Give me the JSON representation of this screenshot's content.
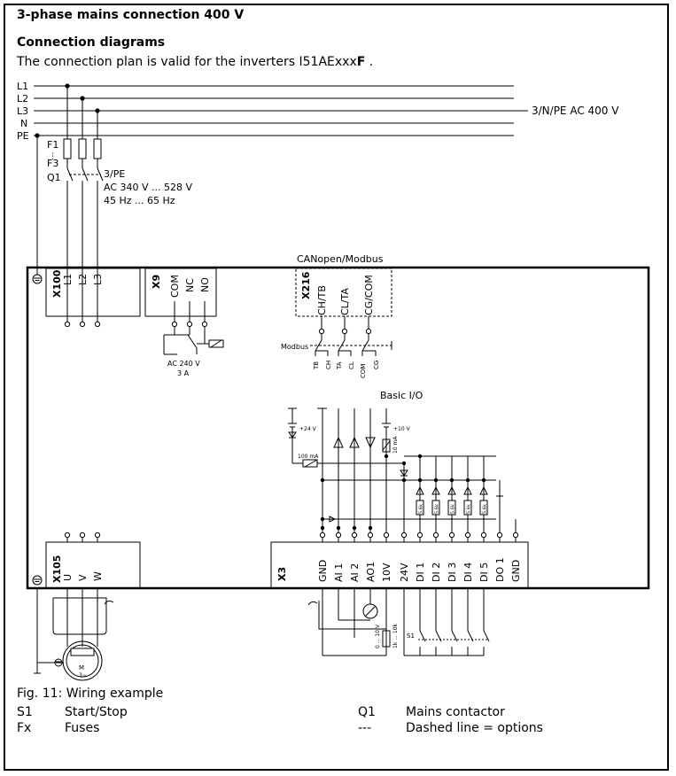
{
  "title": "3-phase mains connection 400 V",
  "subtitle": "Connection diagrams",
  "intro": {
    "prefix": "The connection plan is valid for the inverters I51AExxx",
    "suffix_bold": "F",
    "end": " ."
  },
  "mains": {
    "lines": [
      "L1",
      "L2",
      "L3",
      "N",
      "PE"
    ],
    "supply_label": "3/N/PE AC 400 V"
  },
  "fuses": {
    "f1": "F1",
    "dots": "⋮",
    "f3": "F3",
    "q1": "Q1"
  },
  "inverter_supply": [
    "3/PE",
    "AC 340 V ... 528 V",
    "45 Hz ... 65 Hz"
  ],
  "x100": {
    "name": "X100",
    "terminals": [
      "L1",
      "L2",
      "L3"
    ]
  },
  "x9": {
    "name": "X9",
    "terminals": [
      "COM",
      "NC",
      "NO"
    ],
    "rating": [
      "AC 240 V",
      "3 A"
    ]
  },
  "x216": {
    "bus": "CANopen/Modbus",
    "name": "X216",
    "terminals": [
      "CH/TB",
      "CL/TA",
      "CG/COM"
    ],
    "modbus_label": "Modbus",
    "modbus_pins": [
      "TB",
      "CH",
      "TA",
      "CL",
      "COM",
      "CG"
    ]
  },
  "basic_io": {
    "label": "Basic I/O",
    "supply_24": "+24 V",
    "supply_10": "+10 V",
    "ma_100": "100 mA",
    "ma_10": "10 mA",
    "resistor": "5.6k",
    "pot": [
      "0 ... 10 V",
      "1k ... 10k"
    ],
    "switch": "S1"
  },
  "x105": {
    "name": "X105",
    "terminals": [
      "U",
      "V",
      "W"
    ],
    "motor": [
      "M",
      "3~"
    ]
  },
  "x3": {
    "name": "X3",
    "terminals": [
      "GND",
      "AI 1",
      "AI 2",
      "AO1",
      "10V",
      "24V",
      "DI 1",
      "DI 2",
      "DI 3",
      "DI 4",
      "DI 5",
      "DO 1",
      "GND"
    ]
  },
  "figure_caption": "Fig. 11: Wiring example",
  "legend": [
    {
      "key": "S1",
      "value": "Start/Stop"
    },
    {
      "key": "Fx",
      "value": "Fuses"
    },
    {
      "key": "Q1",
      "value": "Mains contactor"
    },
    {
      "key": "---",
      "value": "Dashed line = options"
    }
  ]
}
